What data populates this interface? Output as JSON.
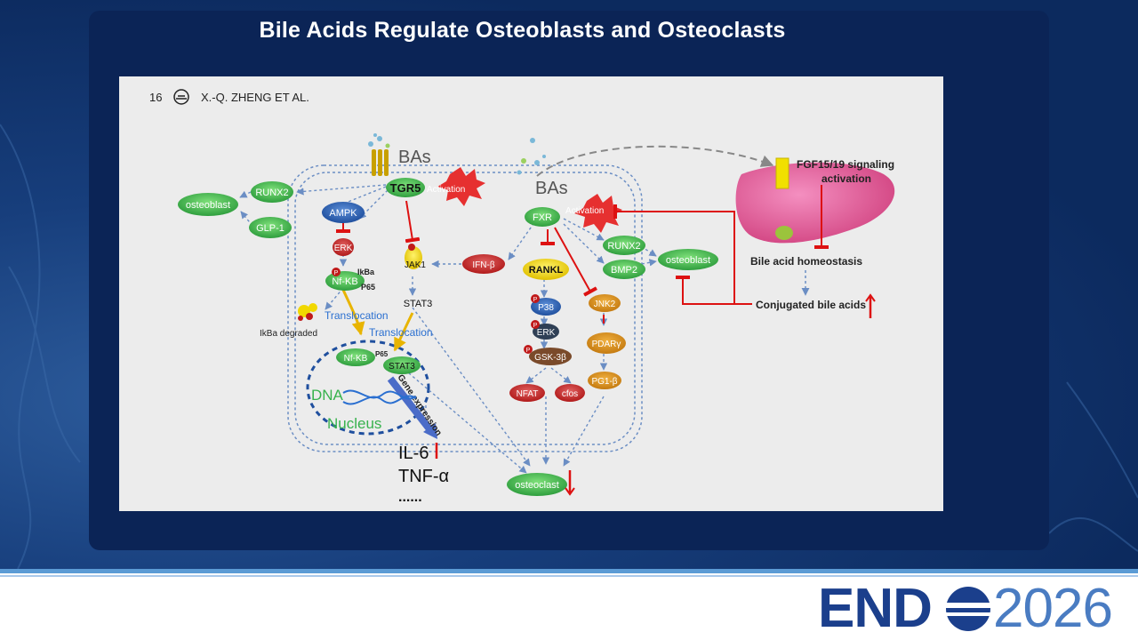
{
  "slide": {
    "title": "Bile Acids Regulate Osteoblasts and Osteoclasts"
  },
  "figure": {
    "page_number": "16",
    "author": "X.-Q. ZHENG ET AL.",
    "labels": {
      "bas_left": "BAs",
      "bas_right": "BAs",
      "tgr5": "TGR5",
      "activation_left": "Activation",
      "activation_right": "Activation",
      "fxr": "FXR",
      "osteoblast_left": "osteoblast",
      "runx2_left": "RUNX2",
      "glp1": "GLP-1",
      "ampk": "AMPK",
      "erk_left": "ERK",
      "p": "P",
      "ikba": "IkBa",
      "p65": "P65",
      "nfkb": "Nf-KB",
      "translocation_1": "Translocation",
      "translocation_2": "Translocation",
      "ikba_degraded": "IkBa degraded",
      "jak1": "JAK1",
      "stat3": "STAT3",
      "stat3_nucleus": "STAT3",
      "nfkb_nucleus": "Nf-KB",
      "p65_nucleus": "P65",
      "dna": "DNA",
      "nucleus": "Nucleus",
      "gene_expression": "Gene expression",
      "il6": "IL-6",
      "tnf": "TNF-α",
      "ellipsis": "......",
      "ifnb": "IFN-β",
      "rankl": "RANKL",
      "p38": "P38",
      "erk_right": "ERK",
      "gsk3b": "GSK-3β",
      "nfat": "NFAT",
      "cfos": "cfos",
      "jnk2": "JNK2",
      "pdary": "PDARγ",
      "pg1b": "PG1-β",
      "runx2_right": "RUNX2",
      "bmp2": "BMP2",
      "osteoblast_right": "osteoblast",
      "osteoclast": "osteoclast",
      "fgf_line1": "FGF15/19 signaling",
      "fgf_line2": "activation",
      "bile_homeostasis": "Bile acid homeostasis",
      "conjugated": "Conjugated bile acids"
    }
  },
  "footer": {
    "logo_left": "END",
    "logo_right": "2026"
  }
}
